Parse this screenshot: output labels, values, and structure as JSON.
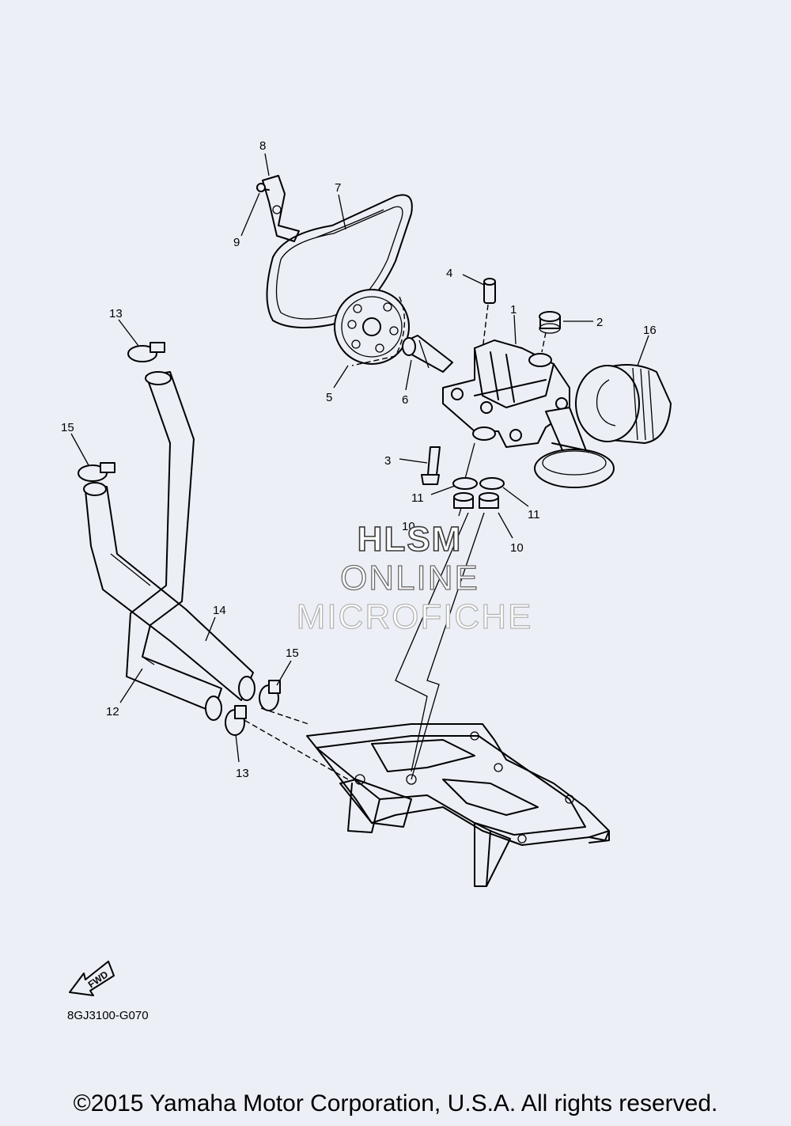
{
  "diagram": {
    "callouts": [
      "1",
      "2",
      "3",
      "4",
      "5",
      "6",
      "7",
      "8",
      "9",
      "10",
      "10",
      "11",
      "11",
      "12",
      "13",
      "13",
      "14",
      "15",
      "15",
      "16"
    ],
    "watermark": [
      "HLSM",
      "ONLINE",
      "MICROFICHE"
    ],
    "fwd_label": "FWD",
    "drawing_code": "8GJ3100-G070"
  },
  "footer": {
    "copyright": "©2015 Yamaha Motor Corporation, U.S.A. All rights reserved."
  }
}
